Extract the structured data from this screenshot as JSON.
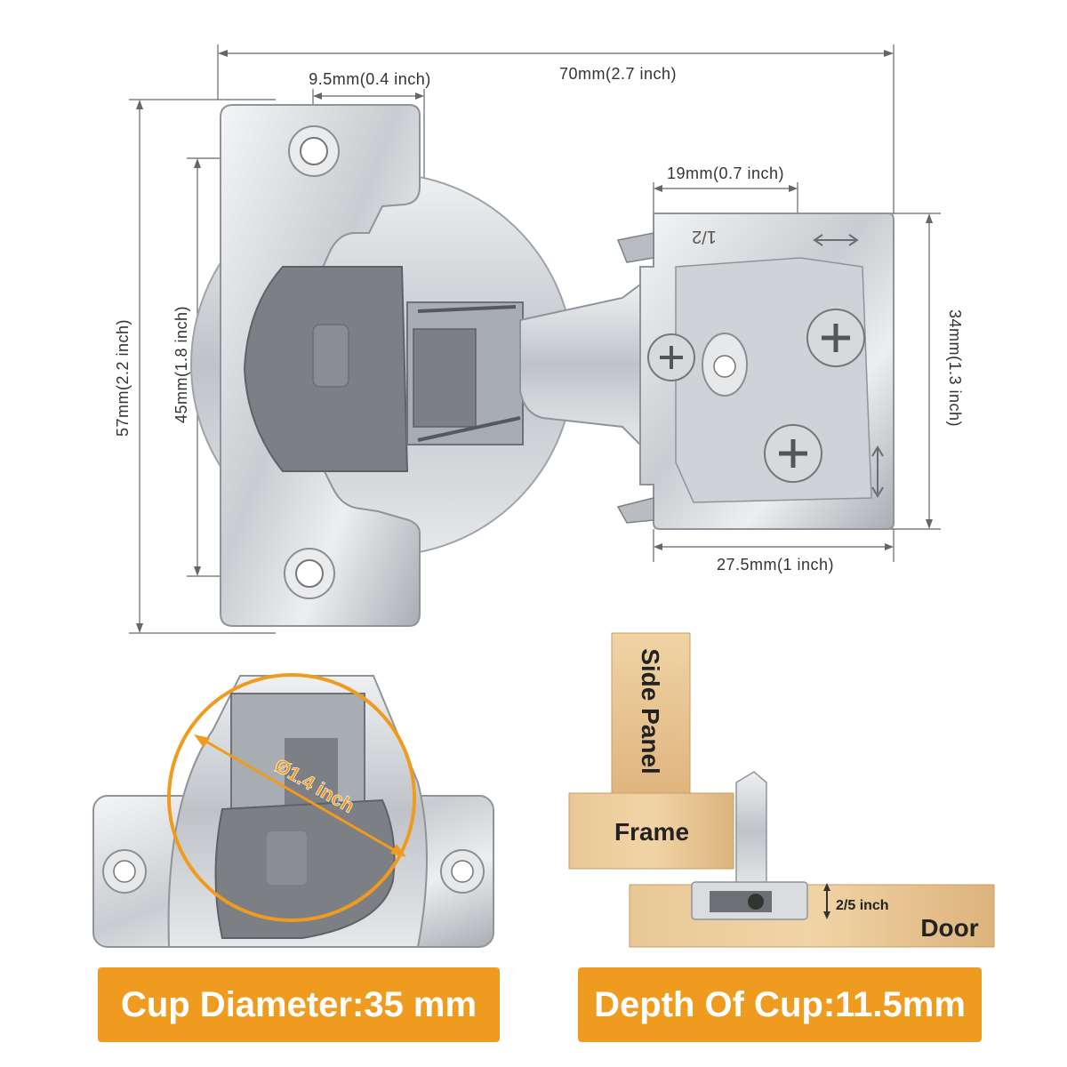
{
  "dimensions": {
    "total_width": "70mm(2.7 inch)",
    "hole_offset": "9.5mm(0.4 inch)",
    "total_height": "57mm(2.2 inch)",
    "hole_spacing": "45mm(1.8 inch)",
    "plate_offset": "19mm(0.7 inch)",
    "plate_height": "34mm(1.3 inch)",
    "plate_width": "27.5mm(1 inch)"
  },
  "plate_marking": "1/2",
  "cup": {
    "diameter_label": "Ø1.4 inch",
    "banner": "Cup Diameter:35 mm"
  },
  "install": {
    "side_panel": "Side Panel",
    "frame": "Frame",
    "door": "Door",
    "gap": "2/5 inch",
    "banner": "Depth Of Cup:11.5mm"
  },
  "colors": {
    "accent": "#ef9b1f",
    "metal": "#d9dbde",
    "cup_plastic": "#7c7f83",
    "wood": "#e7c394"
  }
}
